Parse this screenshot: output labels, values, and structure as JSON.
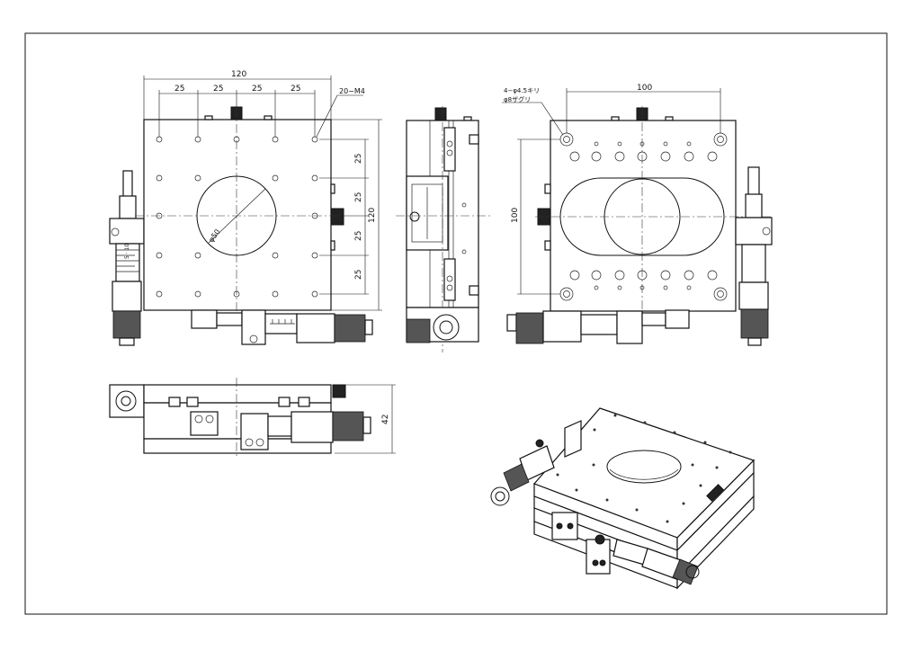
{
  "drawing": {
    "title": "XY stage outline drawing",
    "top_view": {
      "overall_width": "120",
      "pitch_labels": [
        "25",
        "25",
        "25",
        "25"
      ],
      "tap_callout": "20−M4",
      "aperture": "φ50",
      "vertical_pitches": [
        "25",
        "25",
        "25",
        "25"
      ],
      "overall_height": "120",
      "micrometer_scale": "5 · 10"
    },
    "bottom_view": {
      "hole_callout_line1": "4−φ4.5キリ",
      "hole_callout_line2": "φ8ザグリ",
      "hole_spacing_h": "100",
      "hole_spacing_v": "100"
    },
    "front_view": {
      "height": "42"
    }
  }
}
